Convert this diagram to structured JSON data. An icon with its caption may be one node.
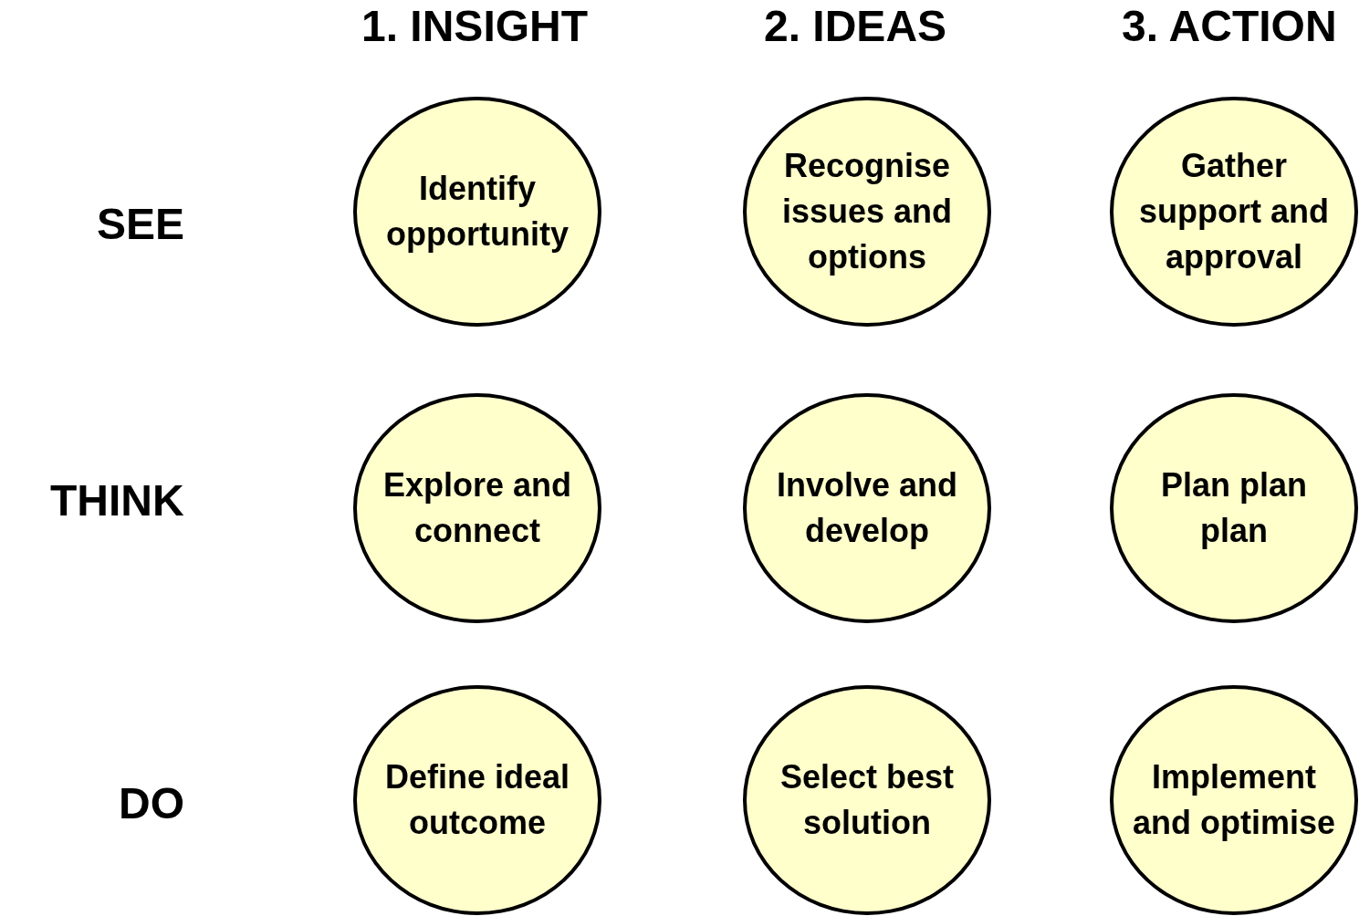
{
  "diagram": {
    "nodes": [
      {
        "text": [
          "Identify opportunity"
        ]
      },
      {
        "text": [
          "Recognise issues and options"
        ]
      },
      {
        "text": [
          "Gather support and approval"
        ]
      },
      {
        "text": [
          "Explore and connect"
        ]
      },
      {
        "text": [
          "Involve and develop"
        ]
      },
      {
        "text": [
          "Plan plan plan"
        ]
      },
      {
        "text": [
          "Define ideal outcome"
        ]
      },
      {
        "text": [
          "Select best solution"
        ]
      },
      {
        "text": [
          "Implement and optimise"
        ]
      }
    ],
    "labels": [
      "1. INSIGHT",
      "2. IDEAS",
      "3. ACTION",
      "SEE",
      "THINK",
      "DO"
    ]
  }
}
